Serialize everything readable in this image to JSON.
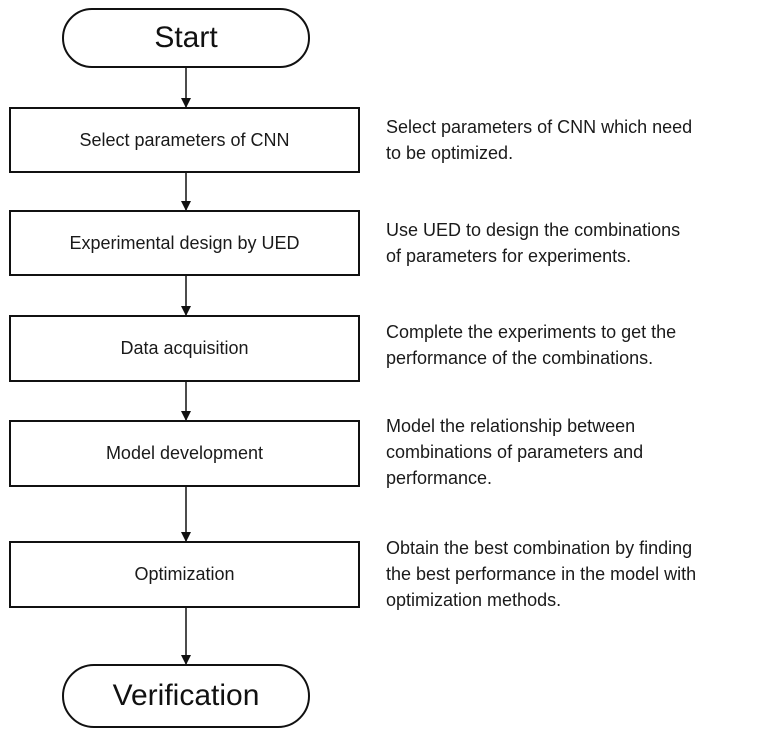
{
  "start_label": "Start",
  "end_label": "Verification",
  "steps": [
    {
      "label": "Select parameters of CNN",
      "description": [
        "Select parameters of CNN which need",
        "to be optimized."
      ]
    },
    {
      "label": "Experimental design by UED",
      "description": [
        "Use UED to design the combinations",
        "of parameters for experiments."
      ]
    },
    {
      "label": "Data acquisition",
      "description": [
        "Complete the experiments to get the",
        "performance of the combinations."
      ]
    },
    {
      "label": "Model development",
      "description": [
        "Model the relationship between",
        "combinations of parameters and",
        "performance."
      ]
    },
    {
      "label": "Optimization",
      "description": [
        "Obtain the best combination by finding",
        "the best performance in the model with",
        "optimization methods."
      ]
    }
  ]
}
